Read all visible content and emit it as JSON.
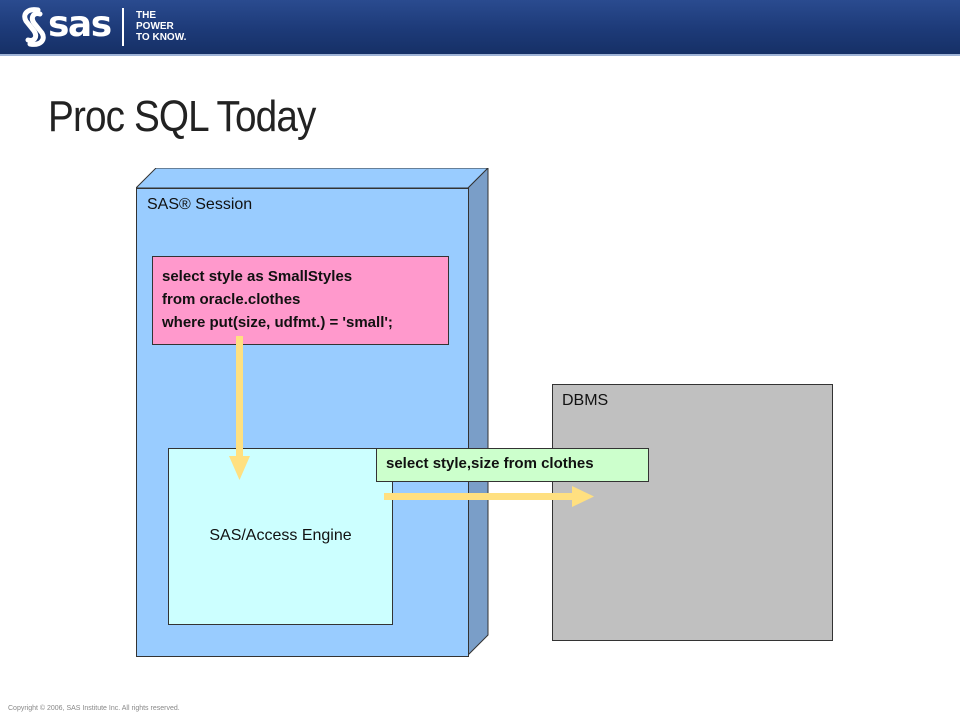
{
  "header": {
    "logo_text": "sas",
    "tagline": [
      "THE",
      "POWER",
      "TO KNOW."
    ],
    "colors": {
      "bar": "#1d3a78",
      "text": "#ffffff"
    }
  },
  "slide": {
    "title": "Proc SQL Today"
  },
  "diagram": {
    "session_label": "SAS® Session",
    "sql_lines": [
      "select style as SmallStyles",
      "from oracle.clothes",
      "where put(size, udfmt.) = 'small';"
    ],
    "engine_label": "SAS/Access Engine",
    "dbms_label": "DBMS",
    "query_label": "select style,size from clothes",
    "colors": {
      "session": "#99ccff",
      "sql_box": "#ff99cc",
      "engine": "#ccffff",
      "dbms": "#c0c0c0",
      "query_box": "#ccffcc",
      "arrow": "#ffe080"
    }
  },
  "footer": {
    "copyright": "Copyright © 2006, SAS Institute Inc. All rights reserved."
  }
}
